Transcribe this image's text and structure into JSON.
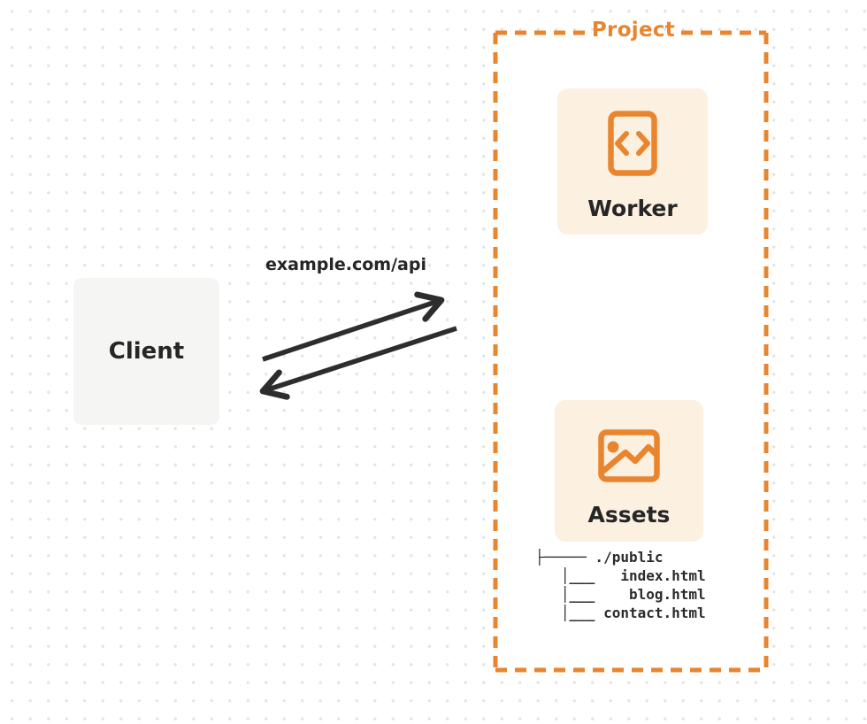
{
  "diagram": {
    "client": {
      "label": "Client"
    },
    "request": {
      "label": "example.com/api"
    },
    "project": {
      "label": "Project",
      "nodes": [
        {
          "id": "worker",
          "label": "Worker",
          "icon": "code-document-icon"
        },
        {
          "id": "assets",
          "label": "Assets",
          "icon": "image-icon"
        }
      ],
      "file_tree": {
        "root": "./public",
        "files": [
          "index.html",
          "blog.html",
          "contact.html"
        ],
        "lines": [
          "├───── ./public",
          "   │___   index.html",
          "   │___    blog.html",
          "   │___ contact.html"
        ]
      }
    },
    "colors": {
      "accent": "#E9852E",
      "card_bg": "#FCF0E1",
      "client_bg": "#F5F5F4",
      "project_bg": "#FFFFFF",
      "ink": "#262626",
      "arrow": "#2D2D2D",
      "grid_dot": "#E4E4E4"
    }
  }
}
